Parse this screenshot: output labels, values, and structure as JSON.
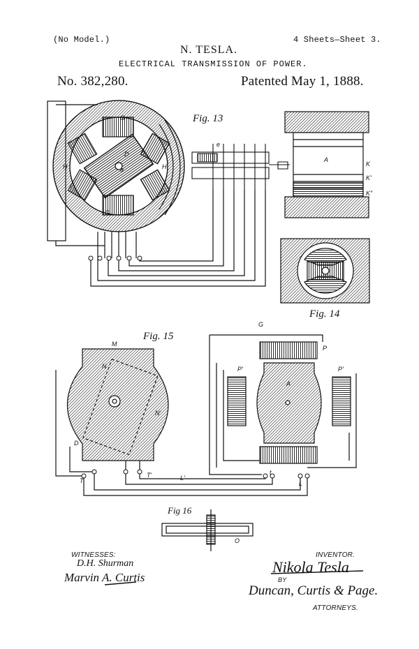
{
  "header": {
    "no_model": "(No Model.)",
    "sheets": "4 Sheets—Sheet 3.",
    "inventor": "N. TESLA.",
    "title": "ELECTRICAL TRANSMISSION OF POWER.",
    "patent_number": "No. 382,280.",
    "patent_date": "Patented May 1, 1888."
  },
  "figures": {
    "fig13": "Fig. 13",
    "fig14": "Fig. 14",
    "fig15": "Fig. 15",
    "fig16": "Fig 16"
  },
  "labels": {
    "G": "G",
    "H": "H",
    "D": "D",
    "a": "a",
    "A": "A",
    "K": "K",
    "K1": "K'",
    "K2": "K\"",
    "e": "e",
    "M": "M",
    "N": "N",
    "N1": "N'",
    "P": "P",
    "P1": "P'",
    "T": "T",
    "T1": "T'",
    "L": "L",
    "L1": "L'",
    "t": "t",
    "O": "O"
  },
  "footer": {
    "witnesses_label": "WITNESSES:",
    "witness1": "D.H. Shurman",
    "witness2": "Marvin A. Curtis",
    "inventor_label": "INVENTOR.",
    "inventor_sig": "Nikola Tesla",
    "by": "BY",
    "attorneys_sig": "Duncan, Curtis & Page.",
    "attorneys_label": "ATTORNEYS."
  }
}
